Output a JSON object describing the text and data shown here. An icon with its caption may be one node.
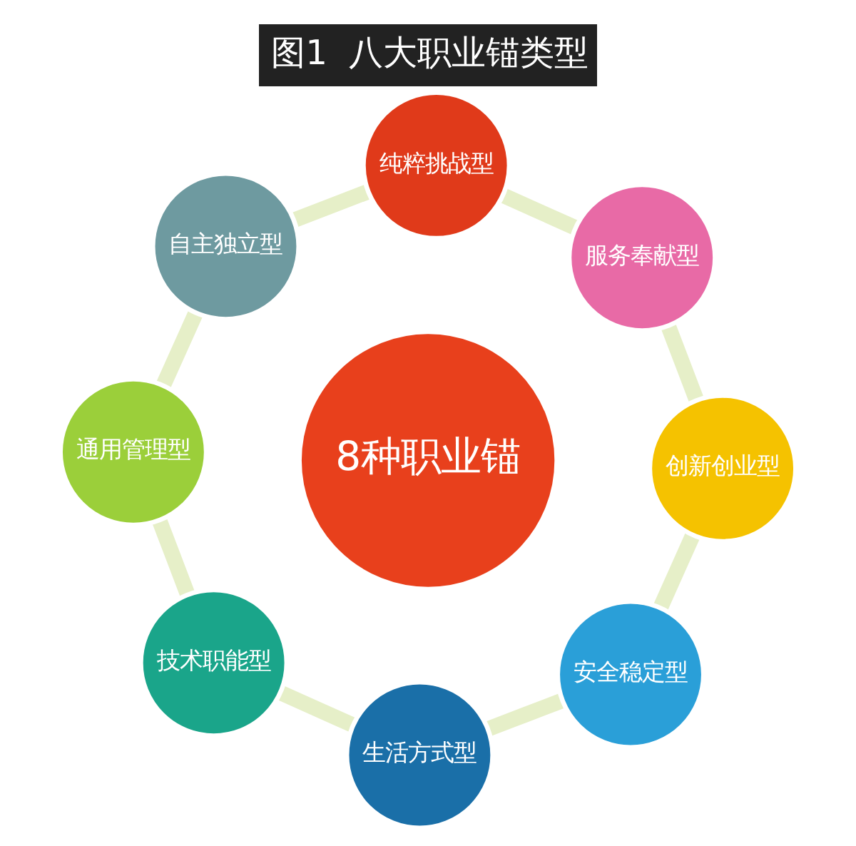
{
  "diagram": {
    "title": "图1  八大职业锚类型",
    "nodes": [
      {
        "text": [
          "8种职业锚"
        ]
      },
      {
        "text": [
          "创新创业型"
        ]
      },
      {
        "text": [
          "服务奉献型"
        ]
      },
      {
        "text": [
          "纯粹挑战型"
        ]
      },
      {
        "text": [
          "自主独立型"
        ]
      },
      {
        "text": [
          "通用管理型"
        ]
      },
      {
        "text": [
          "技术职能型"
        ]
      },
      {
        "text": [
          "生活方式型"
        ]
      },
      {
        "text": [
          "安全稳定型"
        ]
      }
    ],
    "edges": [
      {
        "from": 1,
        "to": 2,
        "arrow": "none"
      },
      {
        "from": 2,
        "to": 3,
        "arrow": "none"
      },
      {
        "from": 3,
        "to": 4,
        "arrow": "none"
      },
      {
        "from": 4,
        "to": 5,
        "arrow": "none"
      },
      {
        "from": 5,
        "to": 6,
        "arrow": "none"
      },
      {
        "from": 6,
        "to": 7,
        "arrow": "none"
      },
      {
        "from": 7,
        "to": 8,
        "arrow": "none"
      },
      {
        "from": 8,
        "to": 1,
        "arrow": "none"
      }
    ]
  }
}
